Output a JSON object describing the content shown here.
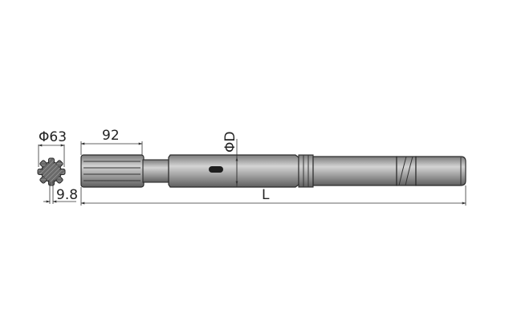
{
  "drawing": {
    "subject": "shank adapter",
    "labels": {
      "section_diameter": "Φ63",
      "spline_length": "92",
      "spline_offset": "9.8",
      "shank_diameter": "ΦD",
      "total_length": "L"
    },
    "colors": {
      "background": "#ffffff",
      "body_dark": "#6e6e6e",
      "body_mid": "#9c9c9c",
      "body_light": "#d2d2d2",
      "outline": "#2a2a2a",
      "dimension_line": "#333333"
    }
  }
}
